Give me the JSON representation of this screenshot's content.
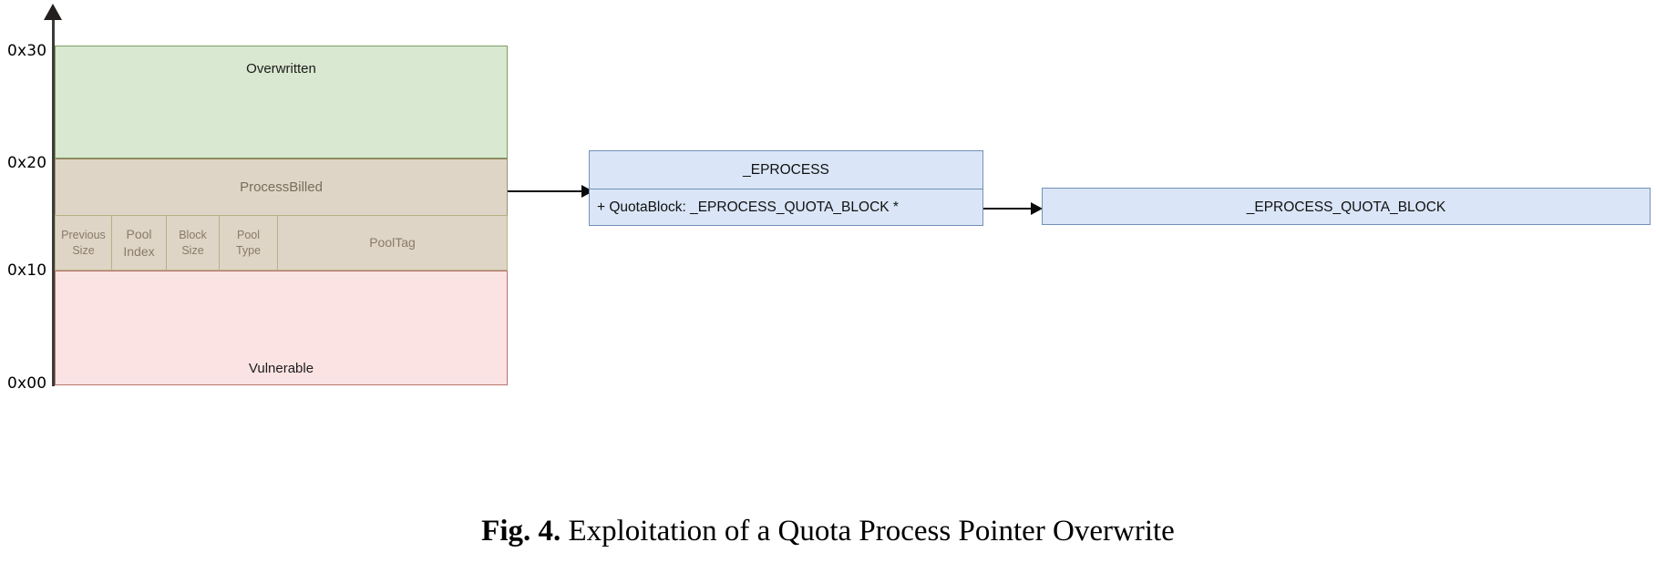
{
  "figure": {
    "caption_label": "Fig. 4.",
    "caption_text": "Exploitation of a Quota Process Pointer Overwrite"
  },
  "axis": {
    "orientation": "vertical",
    "ticks": [
      {
        "label": "0x30"
      },
      {
        "label": "0x20"
      },
      {
        "label": "0x10"
      },
      {
        "label": "0x00"
      }
    ]
  },
  "memory_layout": {
    "segments": [
      {
        "name": "overwritten",
        "label": "Overwritten",
        "range": "0x20-0x30",
        "fill": "#d9e8d0",
        "stroke": "#7d9b62"
      },
      {
        "name": "process-billed",
        "label": "ProcessBilled",
        "range": "0x18-0x20",
        "fill": "#ded5c6",
        "stroke": "#9a8e74"
      },
      {
        "name": "pool-header",
        "label": "",
        "range": "0x10-0x18",
        "fill": "#ded5c6",
        "stroke": "#b5b183"
      },
      {
        "name": "vulnerable",
        "label": "Vulnerable",
        "range": "0x00-0x10",
        "fill": "#fce3e3",
        "stroke": "#b5736e"
      }
    ],
    "pool_header_fields": [
      {
        "line1": "Previous",
        "line2": "Size"
      },
      {
        "line1": "Pool",
        "line2": "Index"
      },
      {
        "line1": "Block",
        "line2": "Size"
      },
      {
        "line1": "Pool",
        "line2": "Type"
      },
      {
        "line1": "PoolTag",
        "line2": ""
      }
    ]
  },
  "structures": {
    "eprocess": {
      "title": "_EPROCESS",
      "members": [
        {
          "text": "+ QuotaBlock: _EPROCESS_QUOTA_BLOCK *"
        }
      ]
    },
    "quota_block": {
      "title": "_EPROCESS_QUOTA_BLOCK"
    }
  },
  "arrows": [
    {
      "name": "processbilled-to-eprocess",
      "from": "ProcessBilled",
      "to": "_EPROCESS"
    },
    {
      "name": "quotablock-to-quota-struct",
      "from": "+ QuotaBlock",
      "to": "_EPROCESS_QUOTA_BLOCK"
    }
  ],
  "colors": {
    "overwritten_fill": "#d9e8d0",
    "process_billed_fill": "#ded5c6",
    "vulnerable_fill": "#fce3e3",
    "uml_fill": "#dae6f7",
    "uml_stroke": "#7390b8"
  }
}
